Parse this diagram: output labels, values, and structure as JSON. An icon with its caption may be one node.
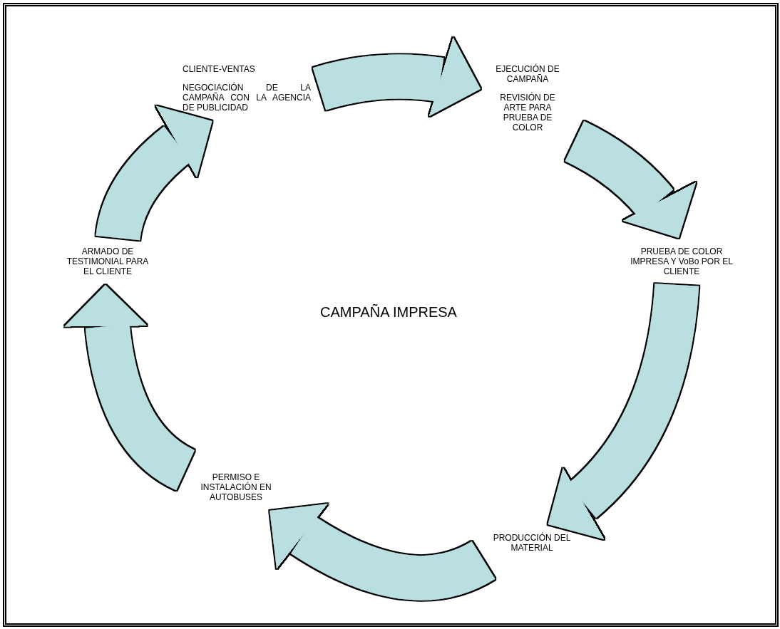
{
  "diagram": {
    "title": "CAMPAÑA IMPRESA",
    "nodes": [
      {
        "text": [
          "CLIENTE-VENTAS",
          "NEGOCIACIÓN DE LA CAMPAÑA CON LA AGENCIA DE PUBLICIDAD"
        ]
      },
      {
        "text": [
          "EJECUCIÓN DE CAMPAÑA",
          "REVISIÓN DE ARTE PARA PRUEBA DE COLOR"
        ]
      },
      {
        "text": [
          "PRUEBA DE COLOR IMPRESA Y VoBo POR EL CLIENTE"
        ]
      },
      {
        "text": [
          "PRODUCCIÓN DEL MATERIAL"
        ]
      },
      {
        "text": [
          "PERMISO E INSTALACIÓN EN AUTOBUSES"
        ]
      },
      {
        "text": [
          "ARMADO DE TESTIMONIAL PARA EL CLIENTE"
        ]
      }
    ],
    "edges": [
      {
        "from": 0,
        "to": 1,
        "arrow": "to"
      },
      {
        "from": 1,
        "to": 2,
        "arrow": "to"
      },
      {
        "from": 2,
        "to": 3,
        "arrow": "to"
      },
      {
        "from": 3,
        "to": 4,
        "arrow": "to"
      },
      {
        "from": 4,
        "to": 5,
        "arrow": "to"
      },
      {
        "from": 5,
        "to": 0,
        "arrow": "to"
      }
    ]
  }
}
